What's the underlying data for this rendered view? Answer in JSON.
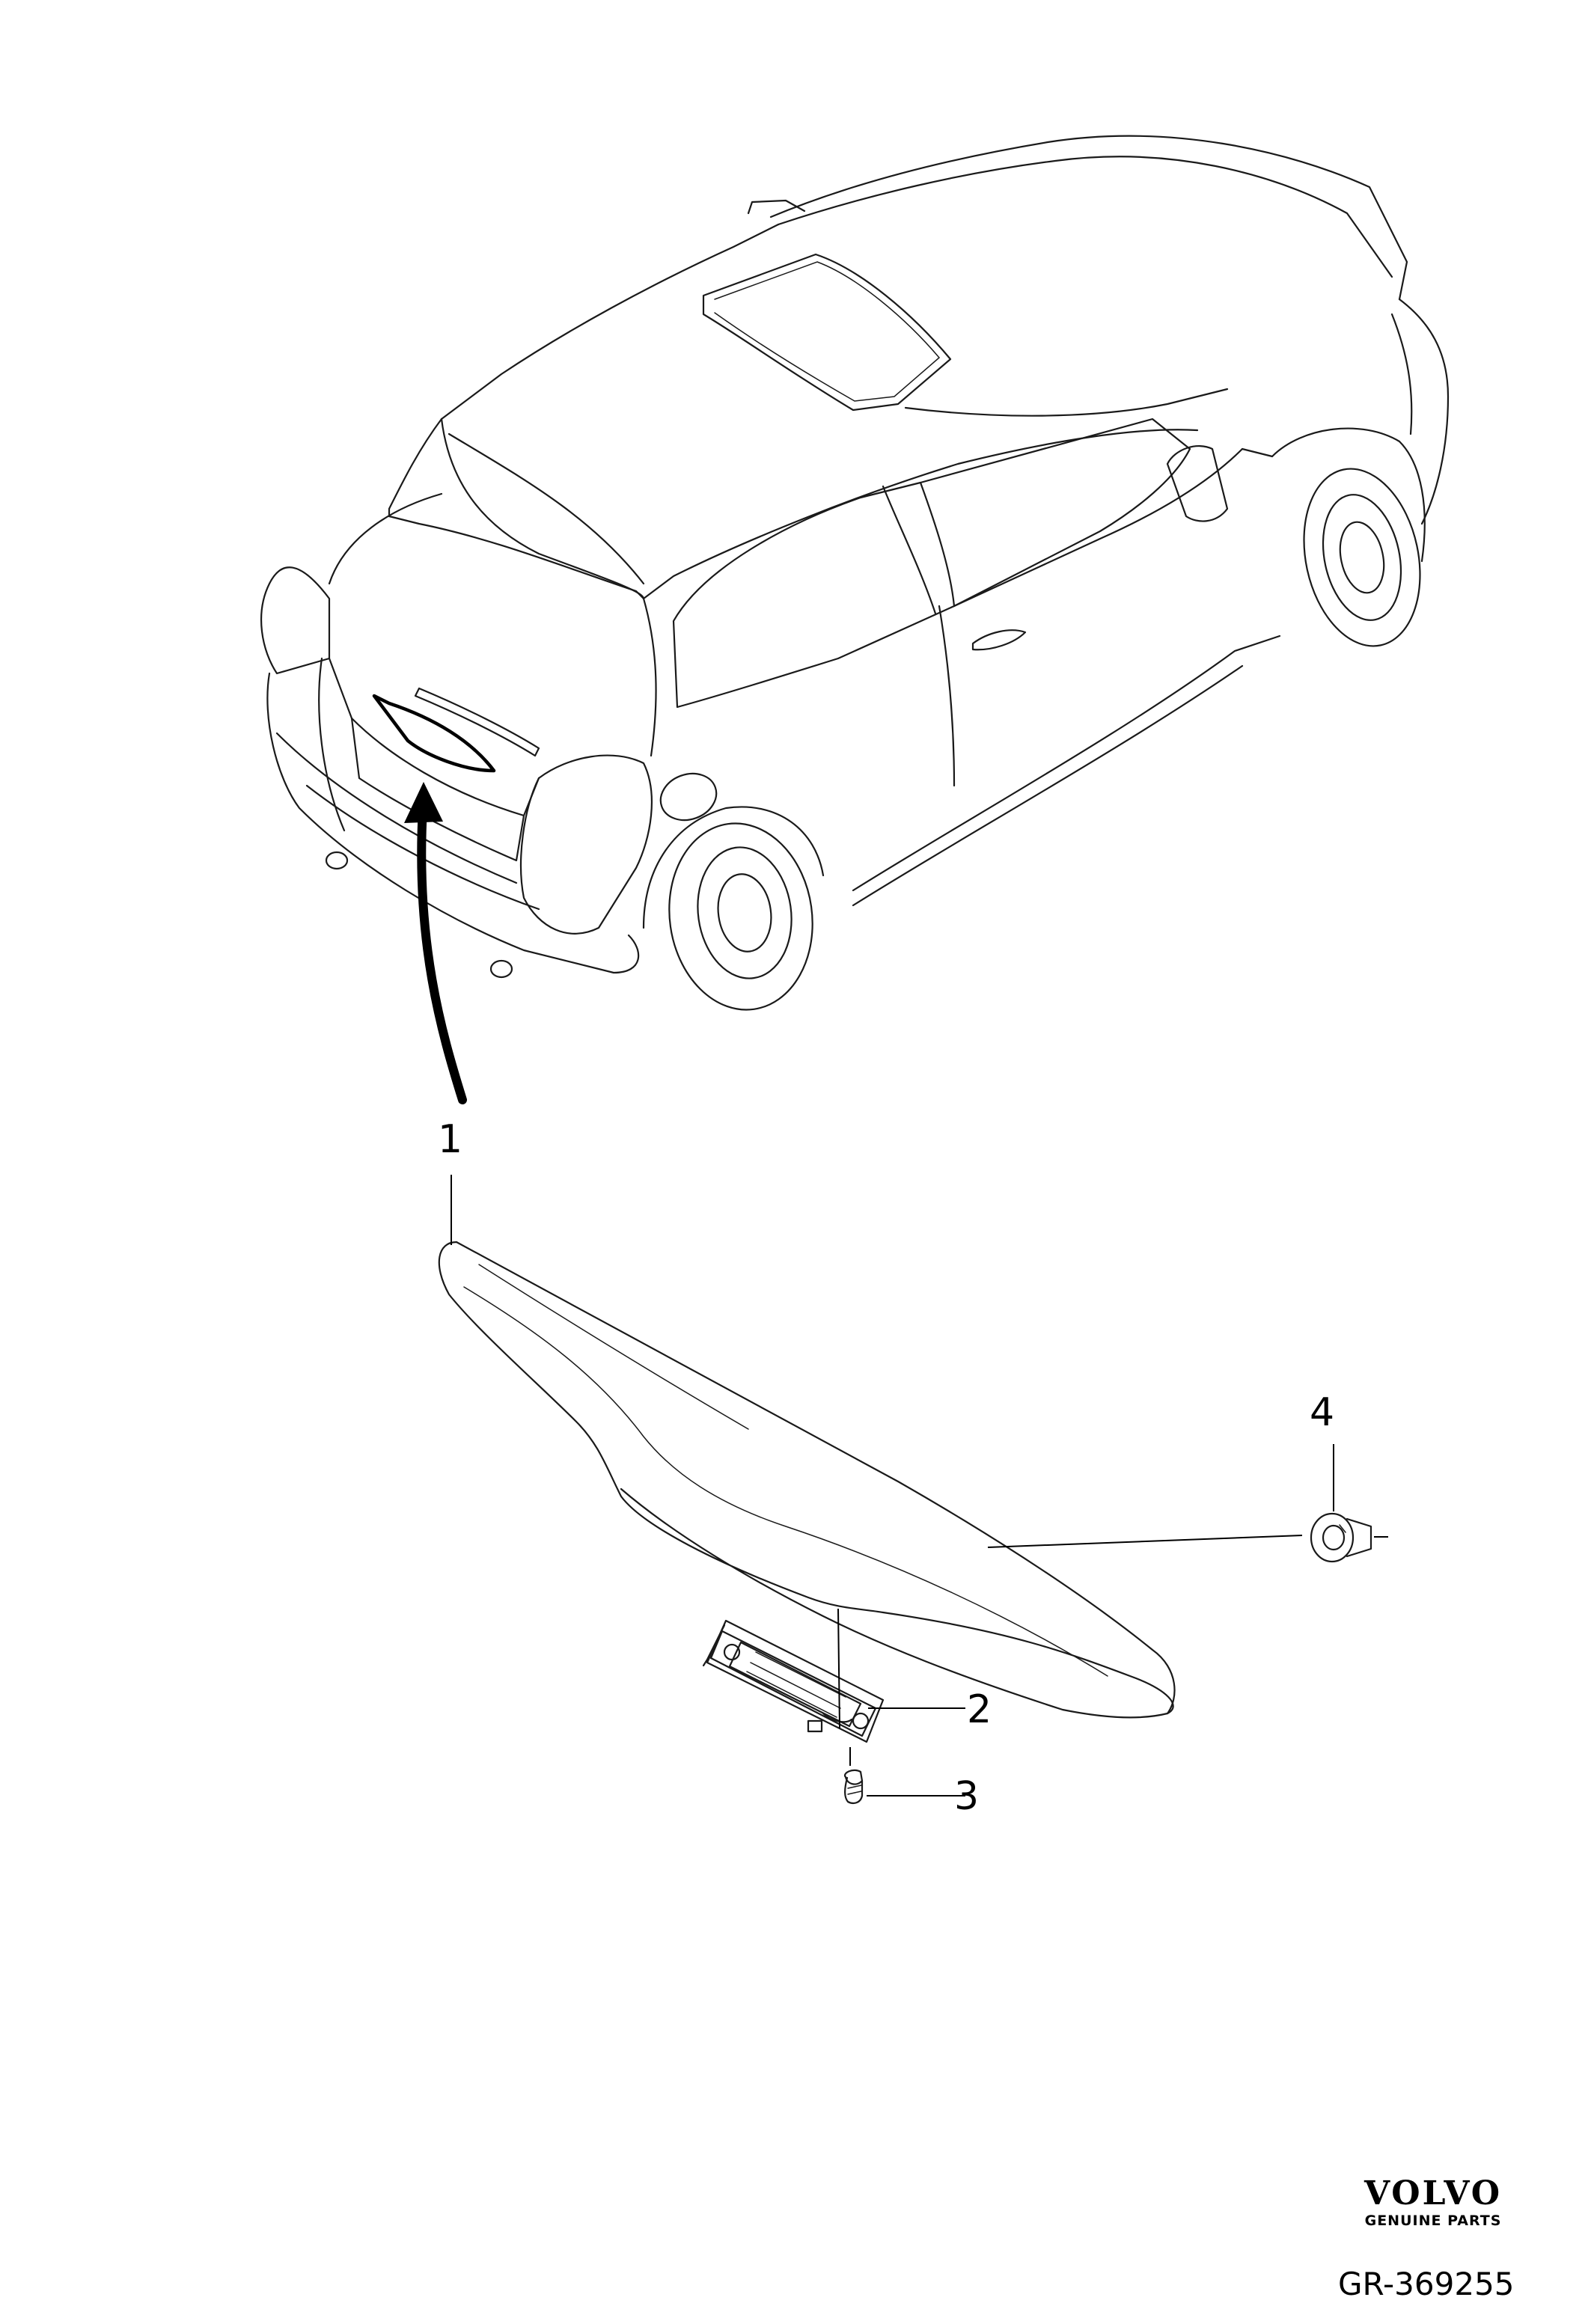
{
  "diagram": {
    "callouts": [
      {
        "id": "1",
        "label": "1"
      },
      {
        "id": "2",
        "label": "2"
      },
      {
        "id": "3",
        "label": "3"
      },
      {
        "id": "4",
        "label": "4"
      }
    ]
  },
  "footer": {
    "brand_word": "VOLVO",
    "brand_sub": "GENUINE PARTS",
    "reference": "GR-369255"
  }
}
